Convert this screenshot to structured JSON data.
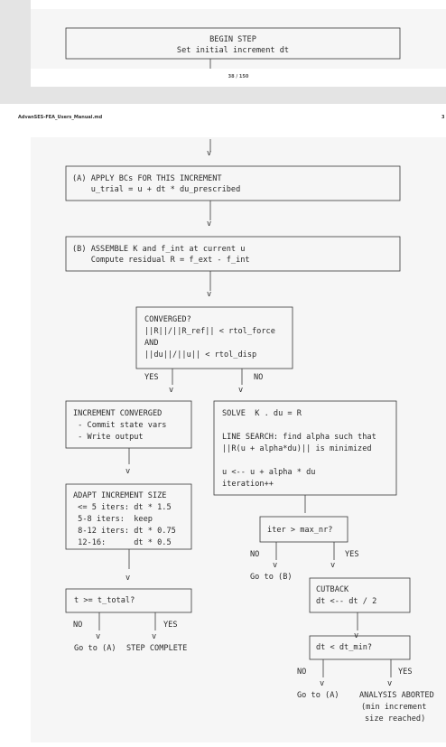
{
  "document": {
    "page_indicator": "38 / 150",
    "filename": "AdvanSES-FEA_Users_Manual.md",
    "page_edge_number": "3"
  },
  "flow": {
    "begin": {
      "title": "BEGIN STEP",
      "line2": "Set initial increment dt"
    },
    "arrow_v": "v",
    "box_a": {
      "line1": "(A) APPLY BCs FOR THIS INCREMENT",
      "line2": "    u_trial = u + dt * du_prescribed"
    },
    "box_b": {
      "line1": "(B) ASSEMBLE K and f_int at current u",
      "line2": "    Compute residual R = f_ext - f_int"
    },
    "converged": {
      "line1": "CONVERGED?",
      "line2": "||R||/||R_ref|| < rtol_force",
      "line3": "AND",
      "line4": "||du||/||u|| < rtol_disp"
    },
    "yes": "YES",
    "no": "NO",
    "increment_converged": {
      "line1": "INCREMENT CONVERGED",
      "line2": " - Commit state vars",
      "line3": " - Write output"
    },
    "solve": {
      "line1": "SOLVE  K . du = R",
      "line2": "LINE SEARCH: find alpha such that",
      "line3": "||R(u + alpha*du)|| is minimized",
      "line4": "u <-- u + alpha * du",
      "line5": "iteration++"
    },
    "adapt": {
      "line1": "ADAPT INCREMENT SIZE",
      "line2": " <= 5 iters: dt * 1.5",
      "line3": " 5-8 iters:  keep",
      "line4": " 8-12 iters: dt * 0.75",
      "line5": " 12-16:      dt * 0.5"
    },
    "iter_check": "iter > max_nr?",
    "goto_b": "Go to (B)",
    "cutback": {
      "line1": "CUTBACK",
      "line2": "dt <-- dt / 2"
    },
    "t_check": "t >= t_total?",
    "goto_a": "Go to (A)",
    "step_complete": "STEP COMPLETE",
    "dt_check": "dt < dt_min?",
    "aborted": {
      "line1": "ANALYSIS ABORTED",
      "line2": "(min increment",
      "line3": "size reached)"
    }
  }
}
